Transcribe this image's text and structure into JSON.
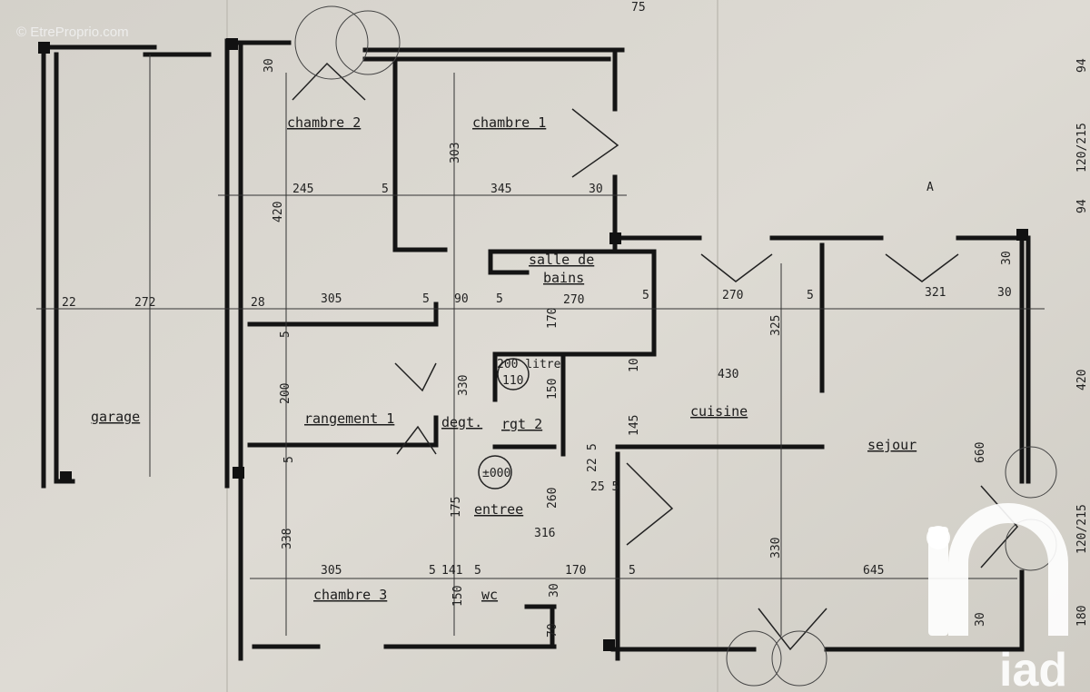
{
  "watermark": "© EtreProprio.com",
  "logo_text": "iad",
  "section_marker": "A",
  "top_mark": "75",
  "rooms": [
    "chambre 2",
    "chambre 1",
    "salle de",
    "bains",
    "rangement 1",
    "degt.",
    "rgt 2",
    "cuisine",
    "sejour",
    "garage",
    "entree",
    "chambre 3",
    "wc"
  ],
  "level_marker": "±000",
  "tank_label": "200 litre",
  "tank_value": "110",
  "dimensions": [
    "30",
    "245",
    "5",
    "345",
    "30",
    "303",
    "420",
    "22",
    "272",
    "28",
    "305",
    "5",
    "90",
    "5",
    "170",
    "270",
    "5",
    "270",
    "5",
    "321",
    "30",
    "325",
    "430",
    "10",
    "145",
    "150",
    "330",
    "5",
    "200",
    "5",
    "338",
    "175",
    "260",
    "316",
    "22",
    "5",
    "25 5",
    "305",
    "5",
    "141",
    "5",
    "170",
    "5",
    "645",
    "150",
    "30",
    "70",
    "330",
    "660",
    "30",
    "30"
  ],
  "margin_dimensions": [
    "94",
    "120/215",
    "94",
    "420",
    "120/215",
    "180"
  ],
  "colors": {
    "paper": "#d9d6cf",
    "walls": "#141414",
    "logo": "#ffffff"
  }
}
